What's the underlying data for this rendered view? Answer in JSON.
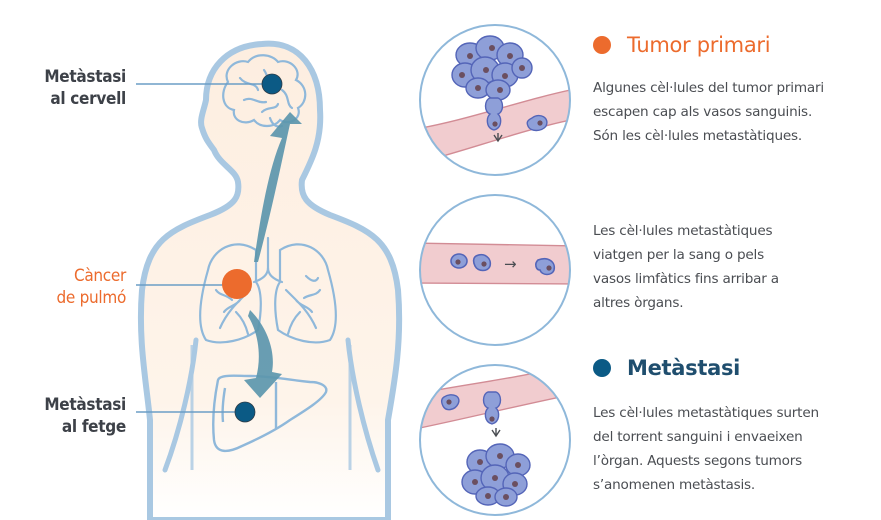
{
  "colors": {
    "orange": "#ec6b2d",
    "dark_blue": "#0b5a85",
    "outline_blue": "#8fb8da",
    "body_fill": "#fdeee0",
    "arrow_teal": "#5c96ad",
    "vessel_pink": "#f1cccf",
    "cell_blue": "#8e9fd8",
    "nucleus": "#6b4f60",
    "text_gray": "#4a4d52"
  },
  "body_labels": {
    "brain": {
      "line1": "Metàstasi",
      "line2": "al cervell"
    },
    "lung": {
      "line1": "Càncer",
      "line2": "de pulmó"
    },
    "liver": {
      "line1": "Metàstasi",
      "line2": "al fetge"
    }
  },
  "steps": [
    {
      "heading": "Tumor primari",
      "lines": [
        "Algunes cèl·lules del tumor primari",
        "escapen cap als vasos sanguinis.",
        "Són les cèl·lules metastàtiques."
      ]
    },
    {
      "heading": "",
      "lines": [
        "Les cèl·lules metastàtiques",
        "viatgen per la sang o pels",
        "vasos limfàtics fins arribar a",
        "altres òrgans."
      ]
    },
    {
      "heading": "Metàstasi",
      "lines": [
        "Les cèl·lules metastàtiques surten",
        "del torrent sanguini i envaeixen",
        "l’òrgan. Aquests segons tumors",
        "s’anomenen metàstasis."
      ]
    }
  ],
  "icons": {
    "step2_arrow": "→",
    "down_arrow": "↓"
  }
}
